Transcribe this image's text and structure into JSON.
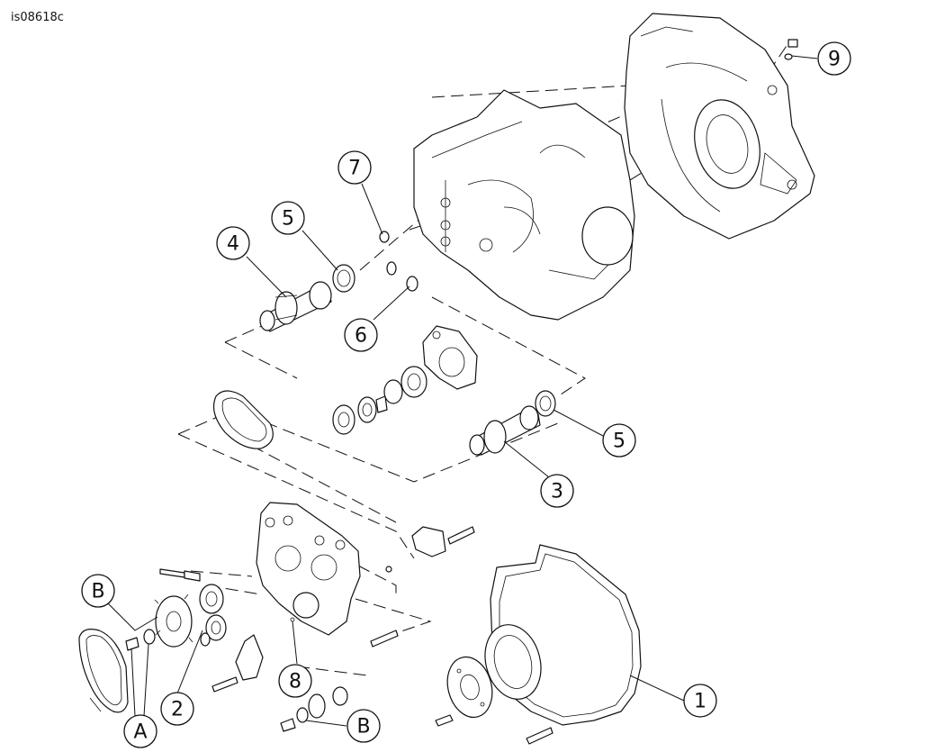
{
  "reference_code": "is08618c",
  "callouts": [
    {
      "id": "c1",
      "label": "1"
    },
    {
      "id": "c2",
      "label": "2"
    },
    {
      "id": "c3",
      "label": "3"
    },
    {
      "id": "c4",
      "label": "4"
    },
    {
      "id": "c5a",
      "label": "5"
    },
    {
      "id": "c5b",
      "label": "5"
    },
    {
      "id": "c6",
      "label": "6"
    },
    {
      "id": "c7",
      "label": "7"
    },
    {
      "id": "c8",
      "label": "8"
    },
    {
      "id": "c9",
      "label": "9"
    },
    {
      "id": "cA",
      "label": "A"
    },
    {
      "id": "cB1",
      "label": "B"
    },
    {
      "id": "cB2",
      "label": "B"
    }
  ]
}
